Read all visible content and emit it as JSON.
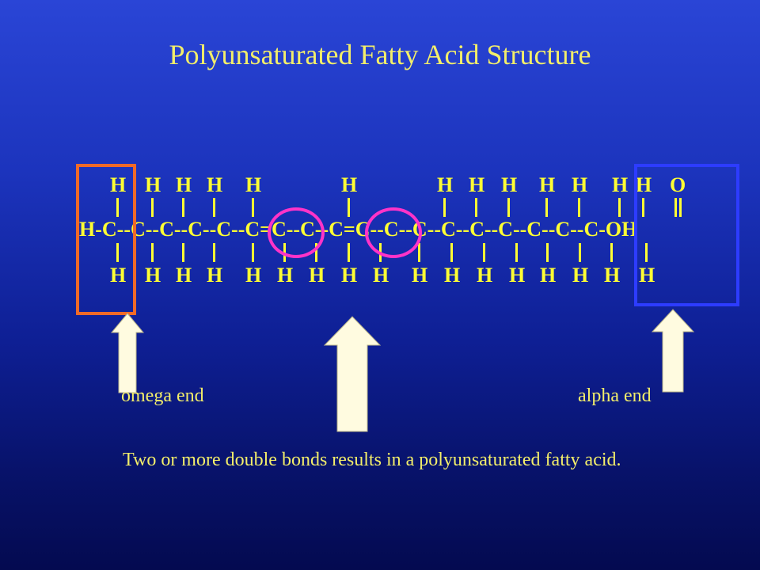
{
  "slide": {
    "title": "Polyunsaturated Fatty Acid Structure",
    "top_h_atoms": [
      "H",
      "H",
      "H",
      "H",
      "H",
      "H",
      "H",
      "H",
      "H",
      "H",
      "H",
      "H",
      "H",
      "O"
    ],
    "chain": "H-C--C--C--C--C--C=C--C--C=C--C--C--C--C--C--C--C--C-OH",
    "bottom_h_atoms": [
      "H",
      "H",
      "H",
      "H",
      "H",
      "H",
      "H",
      "H",
      "H",
      "H",
      "H",
      "H",
      "H",
      "H",
      "H",
      "H",
      "H"
    ],
    "omega_label": "omega end",
    "alpha_label": "alpha end",
    "description": "Two or more double bonds results in a polyunsaturated fatty acid."
  },
  "colors": {
    "text_yellow": "#ffff33",
    "omega_box": "#f06a28",
    "alpha_box": "#2d3cff",
    "double_bond_circle": "#ff33c8",
    "arrow_fill": "#fffbe0"
  }
}
